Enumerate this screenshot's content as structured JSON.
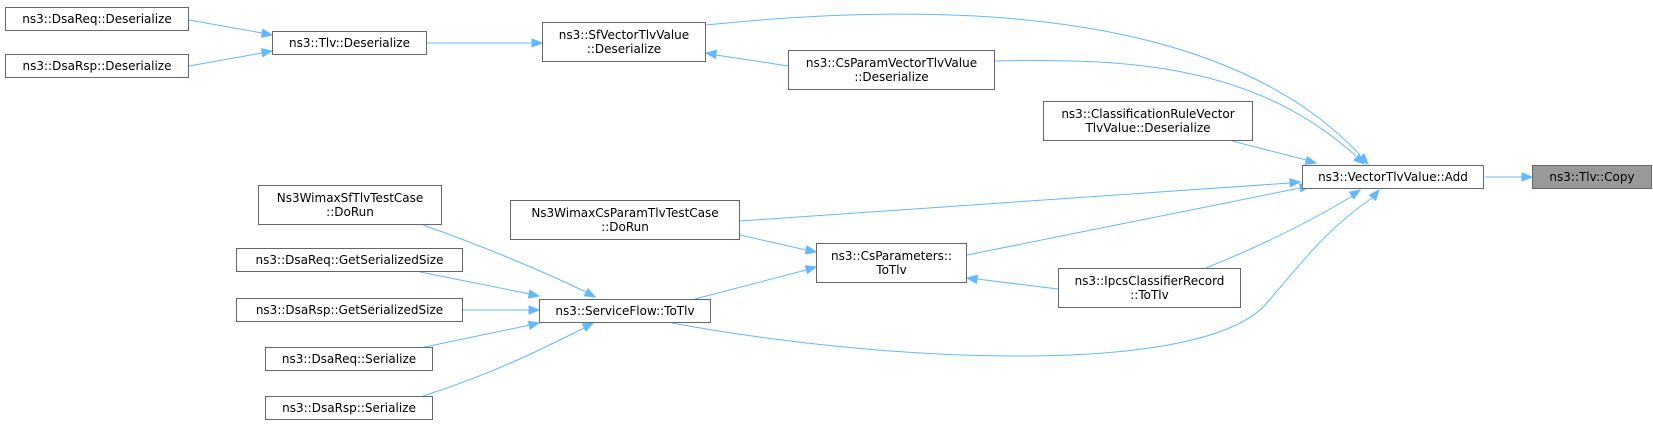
{
  "colors": {
    "edge": "#63b8ff",
    "node_border": "#666666",
    "node_bg": "#ffffff",
    "current_bg": "#999999"
  },
  "nodes": {
    "tlv_copy": [
      "ns3::Tlv::Copy"
    ],
    "vector_add": [
      "ns3::VectorTlvValue::Add"
    ],
    "sf_deser": [
      "ns3::SfVectorTlvValue",
      "::Deserialize"
    ],
    "cs_deser": [
      "ns3::CsParamVectorTlvValue",
      "::Deserialize"
    ],
    "cr_deser": [
      "ns3::ClassificationRuleVector",
      "TlvValue::Deserialize"
    ],
    "tlv_deser": [
      "ns3::Tlv::Deserialize"
    ],
    "dsareq_deser": [
      "ns3::DsaReq::Deserialize"
    ],
    "dsarsp_deser": [
      "ns3::DsaRsp::Deserialize"
    ],
    "cs_test": [
      "Ns3WimaxCsParamTlvTestCase",
      "::DoRun"
    ],
    "csparams_totlv": [
      "ns3::CsParameters::",
      "ToTlv"
    ],
    "ipcs_totlv": [
      "ns3::IpcsClassifierRecord",
      "::ToTlv"
    ],
    "sf_totlv": [
      "ns3::ServiceFlow::ToTlv"
    ],
    "sf_test": [
      "Ns3WimaxSfTlvTestCase",
      "::DoRun"
    ],
    "dsareq_size": [
      "ns3::DsaReq::GetSerializedSize"
    ],
    "dsarsp_size": [
      "ns3::DsaRsp::GetSerializedSize"
    ],
    "dsareq_ser": [
      "ns3::DsaReq::Serialize"
    ],
    "dsarsp_ser": [
      "ns3::DsaRsp::Serialize"
    ]
  }
}
